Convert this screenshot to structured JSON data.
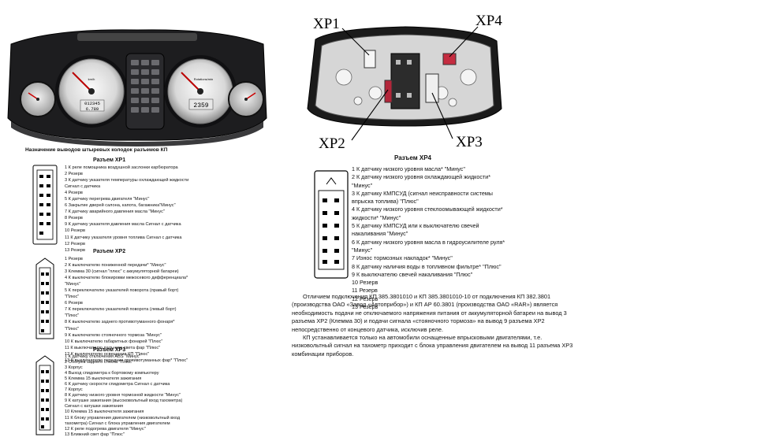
{
  "cluster": {
    "tach_unit": "km/h",
    "odometer": "012345",
    "trip": "6.789",
    "speed_unit": "Rotations/min",
    "clock": "2359"
  },
  "back_view": {
    "labels": [
      "XP1",
      "XP4",
      "XP2",
      "XP3"
    ]
  },
  "left_title": "Назначение выводов штыревых колодок разъемов КП",
  "xp1": {
    "title": "Разъем XP1",
    "pins": [
      "1 К реле помощника воздушной заслонки карбюратора",
      "2 Резерв",
      "3 К датчику указателя температуры охлаждающей жидкости",
      "Сигнал с датчика",
      "4 Резерв",
      "5 К датчику перегрева двигателя \"Минус\"",
      "6 Закрытие дверей салона, капота, багажника\"Минус\"",
      "7 К датчику аварийного давления масла \"Минус\"",
      "8 Резерв",
      "9 К датчику указателя давления масла Сигнал с датчика",
      "10 Резерв",
      "11 К датчику указателя уровня топлива Сигнал с датчика",
      "12 Резерв",
      "13 Резерв"
    ]
  },
  "xp2": {
    "title": "Разъем XP2",
    "pins": [
      "1 Резерв",
      "2 К выключателю пониженной передачи* \"Минус\"",
      "3 Клемма 30 (сигнал \"плюс\" с аккумуляторной батареи)",
      "4 К выключателю блокировки межосевого дифференциала*",
      "\"Минус\"",
      "5 К переключателю указателей поворота (правый борт)",
      "\"Плюс\"",
      "6 Резерв",
      "7 К переключателю указателей поворота (левый борт)",
      "\"Плюс\"",
      "8 К выключателю заднего противотуманного фонаря*",
      "\"Плюс\"",
      "9 К выключателю стояночного тормоза \"Минус\"",
      "10 К выключателю габаритных фонарей \"Плюс\"",
      "11 К выключателю дальнего света фар \"Плюс\"",
      "12 К выключателю освещения КП \"Плюс\"",
      "13 К выключателю передних противотуманных фар* \"Плюс\""
    ]
  },
  "xp3": {
    "title": "Разъем XP3",
    "pins": [
      "1 К датчику отключения ABS \"Минус\"",
      "2 Обогрев заднего стекла \"Плюс\"",
      "3 Корпус",
      "4 Выход спидометра к бортовому компьютеру",
      "5 Клемма 15 выключателя зажигания",
      "6 К датчику скорости спидометра Сигнал с датчика",
      "7 Корпус",
      "8 К датчику низкого уровня тормозной жидкости \"Минус\"",
      "9 К катушке зажигания (высоковольтный вход тахометра)",
      "Сигнал с катушки зажигания",
      "10 Клемма 15 выключателя зажигания",
      "11 К блоку управления двигателем (низковольтный вход",
      "тахометра) Сигнал с блока управления двигателем",
      "12 К реле подогрева двигателя \"Минус\"",
      "13 Ближний свет фар \"Плюс\""
    ]
  },
  "xp4": {
    "title": "Разъем XP4",
    "pins": [
      "1 К датчику низкого уровня масла* \"Минус\"",
      "2 К датчику низкого уровня охлаждающей жидкости*",
      "\"Минус\"",
      "3 К датчику КМПСУД (сигнал неисправности системы",
      "впрыска топлива) \"Плюс\"",
      "4 К датчику низкого уровня стеклоомывающей жидкости*",
      "жидкости* \"Минус\"",
      "5 К датчику КМПСУД или к выключателю свечей",
      "накаливания \"Минус\"",
      "6 К датчику низкого уровня масла в гидроусилителе руля*",
      "\"Минус\"",
      "7 Износ тормозных накладок* \"Минус\"",
      "8 К датчику наличия воды в топливном фильтре* \"Плюс\"",
      "9 К выключателю свечей накаливания \"Плюс\"",
      "10 Резерв",
      "11 Резерв",
      "12 Резерв",
      "13 Резерв"
    ]
  },
  "note": {
    "p1": "Отличием подключения КП 385.3801010 и КП 385.3801010-10 от подключения КП 382.3801 (производства ОАО «Завод «Автоприбор») и КП АР 60.3801 (производства ОАО «RAR») является необходимость подачи не отключаемого напряжения питания от аккумуляторной батареи на вывод 3 разъема XP2 (Клемма 30) и подачи сигнала «стояночного тормоза» на вывод 9 разъема XP2 непосредственно от концевого датчика, исключив реле.",
    "p2": "КП устанавливается только на автомобили оснащенные впрысковыми двигателями, т.е. низковольтный сигнал на тахометр приходит с блока управления двигателем на вывод 11 разъема XP3 комбинации приборов."
  }
}
